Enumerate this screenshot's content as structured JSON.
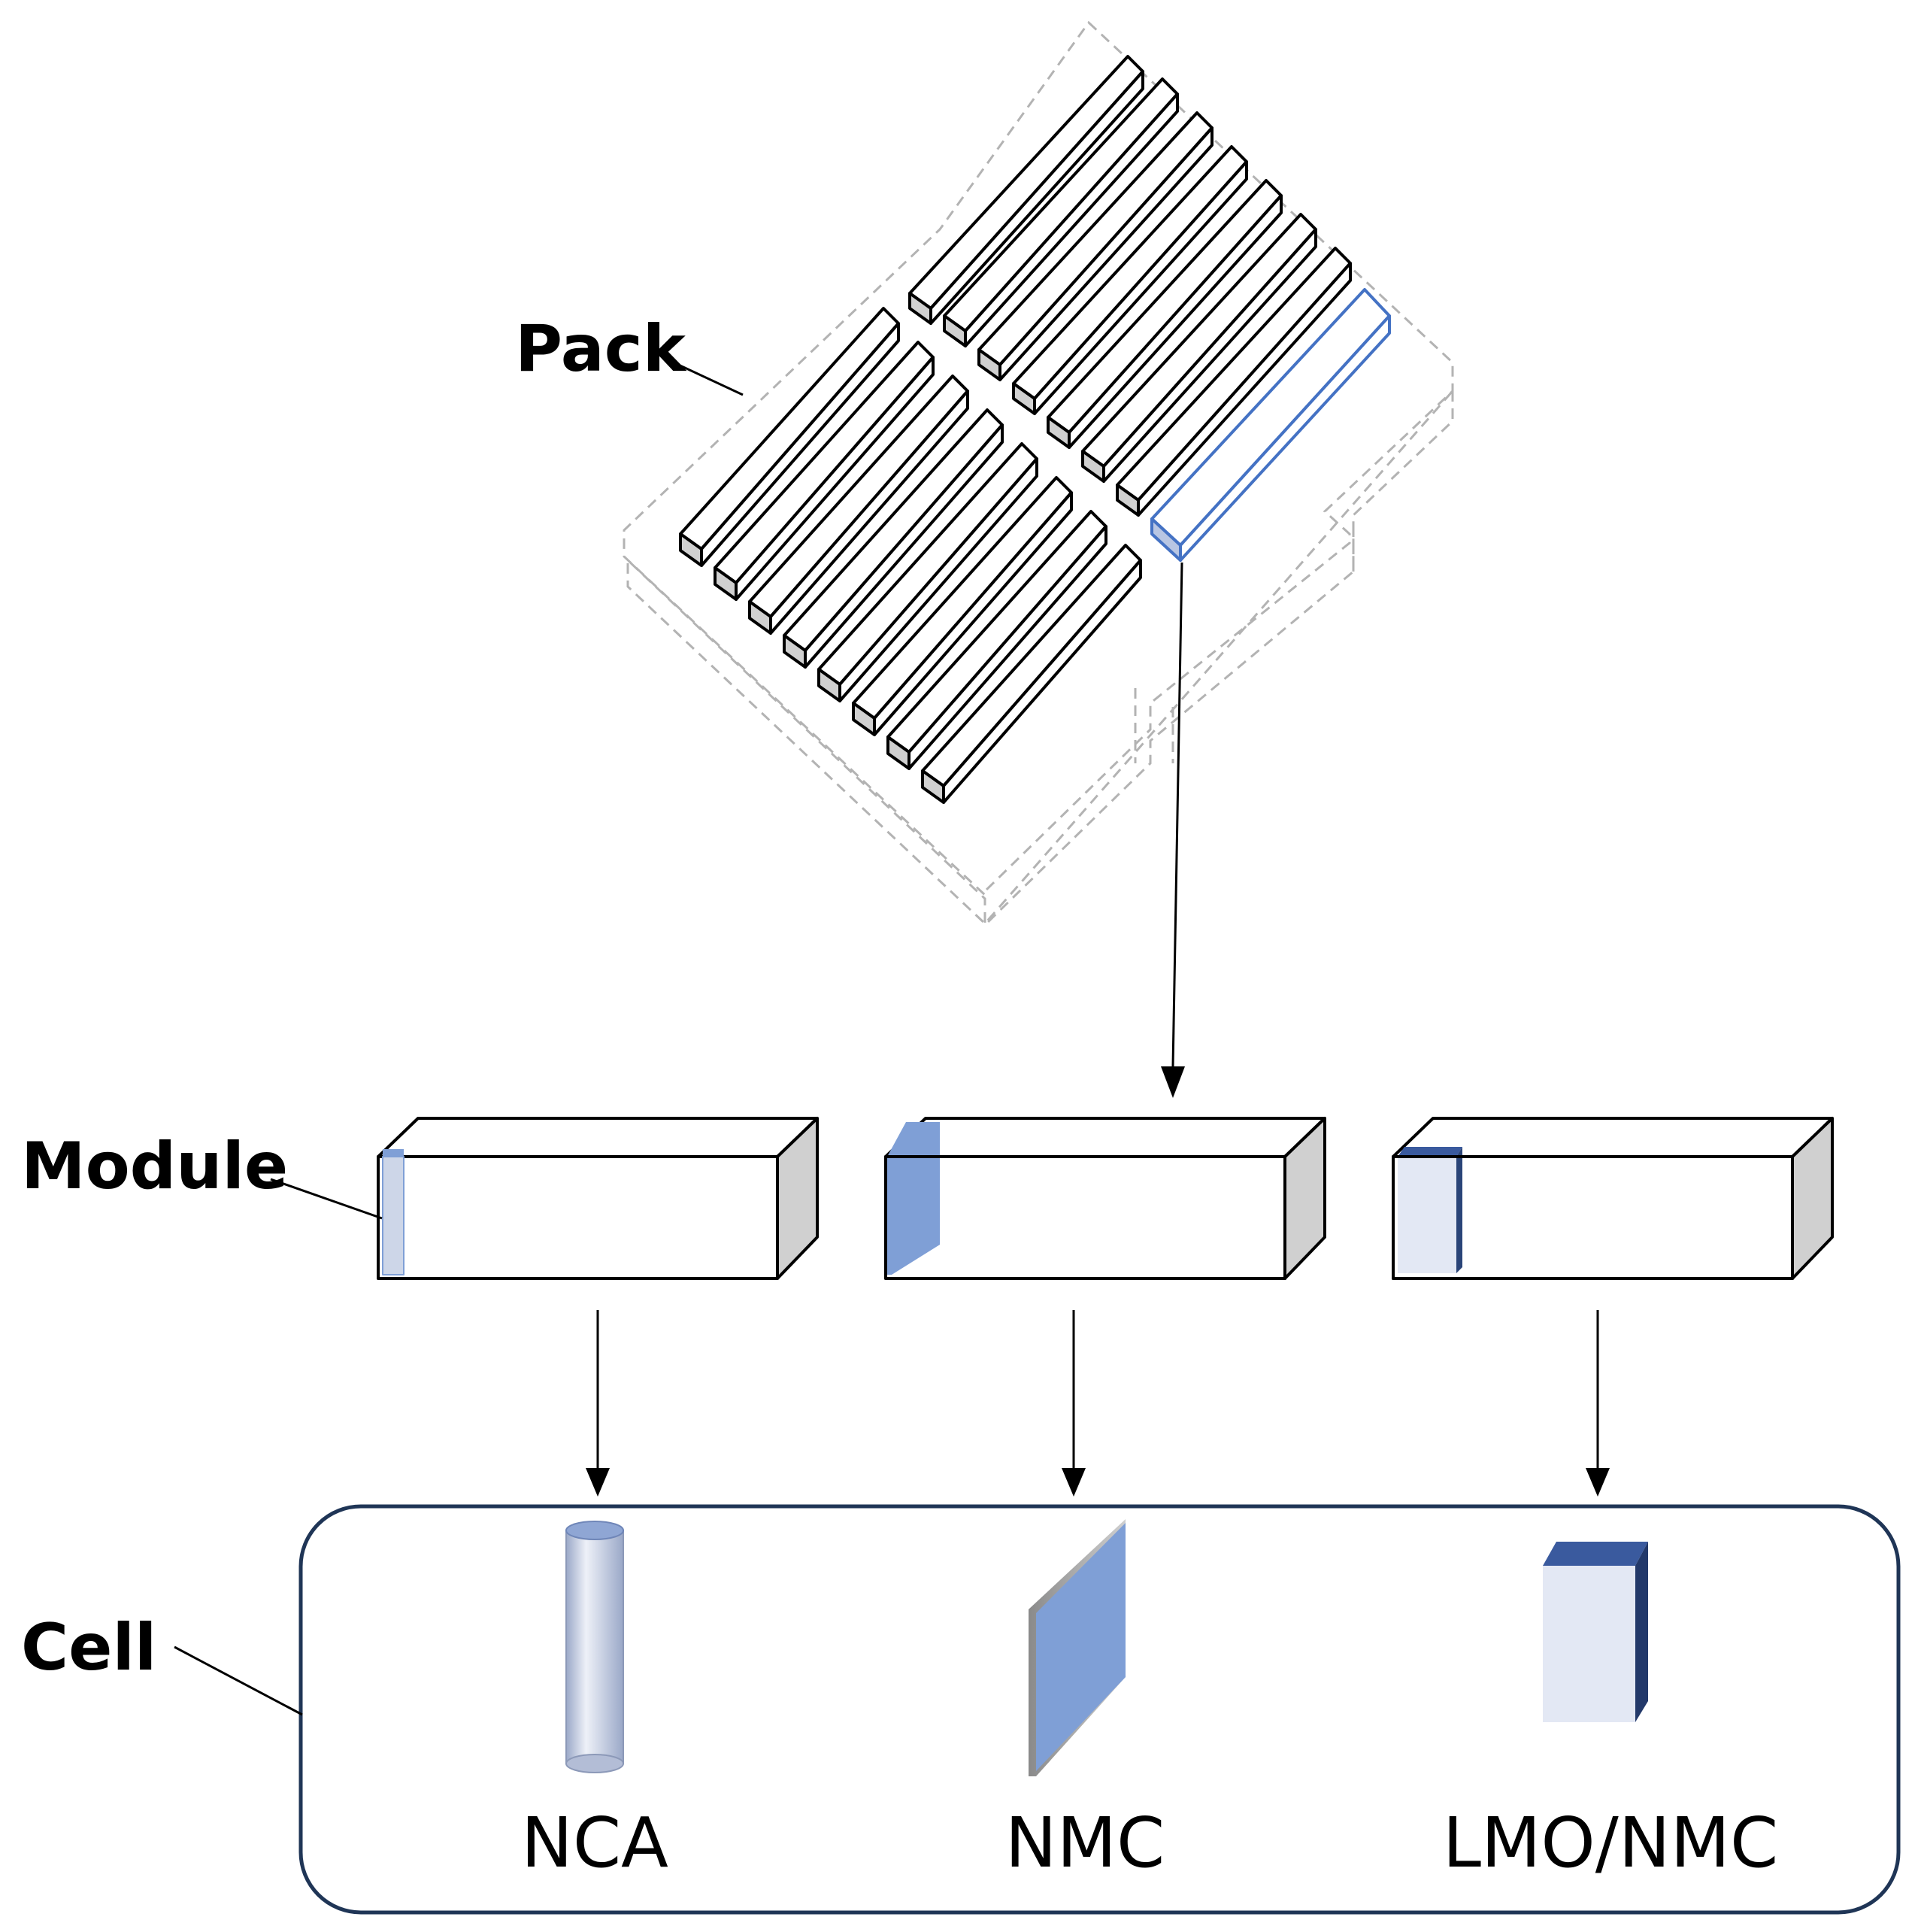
{
  "levels": {
    "pack": "Pack",
    "module": "Module",
    "cell": "Cell"
  },
  "chemistries": [
    {
      "name": "NCA",
      "cell_shape": "cylindrical-icon"
    },
    {
      "name": "NMC",
      "cell_shape": "pouch-icon"
    },
    {
      "name": "LMO/NMC",
      "cell_shape": "prismatic-icon"
    }
  ],
  "colors": {
    "outline": "#000000",
    "highlight": "#4472c4",
    "pouch_blue": "#7f9fd6",
    "prismatic_top": "#3a5a9e",
    "prismatic_face": "#e3e8f4",
    "cylinder_body": "#cdd6e8",
    "end_face_gray": "#d0d0d0",
    "pack_outline_dashed": "#b3b3b3",
    "cell_frame": "#1f3556"
  }
}
